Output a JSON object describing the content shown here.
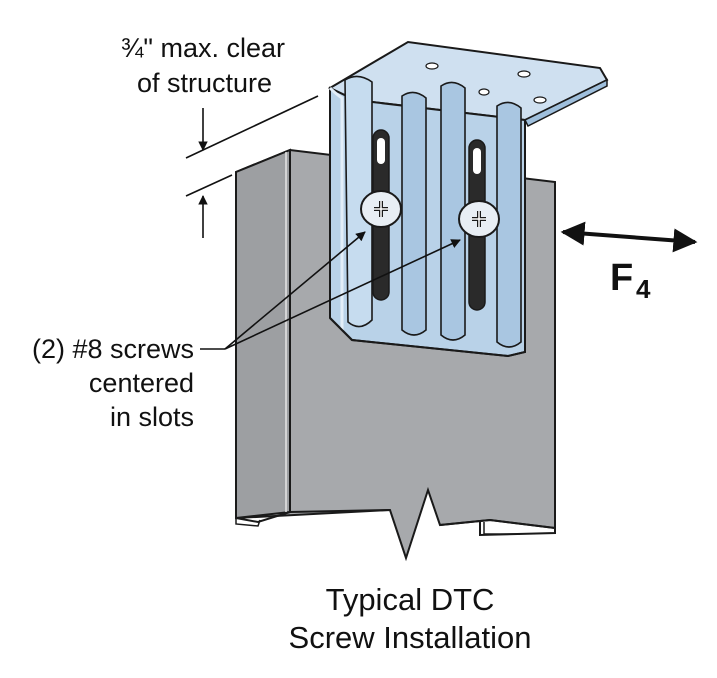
{
  "labels": {
    "clearance_line1": "¾\" max. clear",
    "clearance_line2": "of structure",
    "screws_line1": "(2) #8 screws",
    "screws_line2": "centered",
    "screws_line3": "in slots",
    "force_main": "F",
    "force_sub": "4",
    "caption_line1": "Typical DTC",
    "caption_line2": "Screw Installation"
  },
  "colors": {
    "post": "#a7a9ac",
    "post_shade": "#8f9194",
    "clip": "#b9d2e8",
    "clip_shade": "#8fb1cf",
    "clip_highlight": "#e3eef8",
    "outline": "#1a1a1a",
    "slot": "#2a2a2a"
  },
  "icons": {
    "screw_head": "phillips-screw-icon",
    "force_arrow": "double-headed-arrow-icon"
  }
}
